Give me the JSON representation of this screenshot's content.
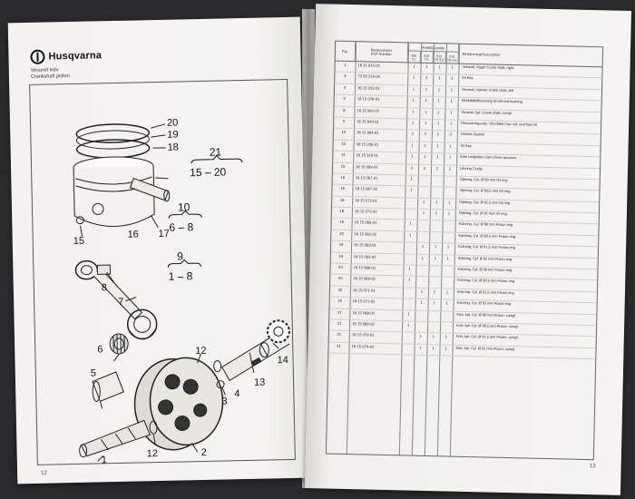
{
  "left_page": {
    "brand": "Husqvarna",
    "subtitle_line1": "Vevaxel kolv",
    "subtitle_line2": "Crankshaft piston",
    "page_number": "12",
    "callouts": {
      "c20": "20",
      "c19": "19",
      "c18": "18",
      "c17": "17",
      "c16": "16",
      "c15": "15",
      "g21": "21",
      "g21_range": "15 – 20",
      "g10": "10",
      "g10_range": "6 – 8",
      "g9": "9",
      "g9_range": "1 – 8",
      "c8": "8",
      "c7": "7",
      "c6": "6",
      "c5": "5",
      "c12a": "12",
      "c14": "14",
      "c4": "4",
      "c3": "3",
      "c13": "13",
      "c12b": "12",
      "c1": "1",
      "c2": "2"
    }
  },
  "right_page": {
    "page_number": "13",
    "headers": {
      "fig": "Fig.",
      "reservdelsnr": "Reservdelsnr",
      "part_number": "Part Number",
      "quantity": "Antal/Quantity",
      "q1_top": "360",
      "q1_bot": "TC",
      "q2_top": "510",
      "q2_bot": "TX",
      "q3_top": "510",
      "q3_bot": "TE EU",
      "q4_top": "510",
      "q4_bot": "TE US",
      "description": "Benämning/Description"
    },
    "rows": [
      {
        "fig": "1",
        "pn": "16 11 815-01",
        "q": [
          "1",
          "1",
          "1",
          "1"
        ],
        "desc": "Vevaxel, höger Crank shaft, right"
      },
      {
        "fig": "3",
        "pn": "73 56 516-00",
        "q": [
          "1",
          "1",
          "1",
          "1"
        ],
        "desc": "Kil Key"
      },
      {
        "fig": "4",
        "pn": "16 15 053-01",
        "q": [
          "1",
          "1",
          "1",
          "1"
        ],
        "desc": "Vevaxel, vänster Crank shaft, left"
      },
      {
        "fig": "5",
        "pn": "16 15 076-01",
        "q": [
          "1",
          "1",
          "1",
          "1"
        ],
        "desc": "Kilrdubbeltbussning Small end bushing"
      },
      {
        "fig": "6",
        "pn": "16 15 061-01",
        "q": [
          "1",
          "1",
          "1",
          "1"
        ],
        "desc": "Vevaxel, kpl. Crank shaft, compl."
      },
      {
        "fig": "9",
        "pn": "16 15 840-01",
        "q": [
          "1",
          "1",
          "1",
          "1"
        ],
        "desc": "Renoveringssats, Vevstake Con rod, overhaul kit"
      },
      {
        "fig": "12",
        "pn": "16 12 864-01",
        "q": [
          "2",
          "2",
          "2",
          "2"
        ],
        "desc": "Distans Spacer"
      },
      {
        "fig": "13",
        "pn": "16 15 288-01",
        "q": [
          "1",
          "1",
          "1",
          "1"
        ],
        "desc": "Kil Key"
      },
      {
        "fig": "14",
        "pn": "16 15 316-01",
        "q": [
          "1",
          "1",
          "1",
          "1"
        ],
        "desc": "Kam kedjedrev Cam chain sprocket"
      },
      {
        "fig": "15",
        "pn": "16 15 089-01",
        "q": [
          "2",
          "2",
          "2",
          "2"
        ],
        "desc": "Låsring Circlip"
      },
      {
        "fig": "16",
        "pn": "16 15 067-01",
        "q": [
          "1",
          "",
          "",
          ""
        ],
        "desc": "Oljering, Cyl. Ø 90 mm Oil ring"
      },
      {
        "fig": "16",
        "pn": "16 15 067-02",
        "q": [
          "1",
          "",
          "",
          ""
        ],
        "desc": "Oljering, Cyl. Ø 90,5 mm Oil ring"
      },
      {
        "fig": "16",
        "pn": "16 15 072-01",
        "q": [
          "",
          "1",
          "1",
          "1"
        ],
        "desc": "Oljering, Cyl. Ø 91,5 mm Oil ring"
      },
      {
        "fig": "16",
        "pn": "16 15 072-02",
        "q": [
          "",
          "1",
          "1",
          "1"
        ],
        "desc": "Oljering, Cyl. Ø 92 mm Oil ring"
      },
      {
        "fig": "19",
        "pn": "16 15 082-01",
        "q": [
          "1",
          "",
          "",
          ""
        ],
        "desc": "Kolvring, Cyl. Ø 90 mm Piston ring"
      },
      {
        "fig": "19",
        "pn": "16 15 082-02",
        "q": [
          "1",
          "",
          "",
          ""
        ],
        "desc": "Kolvring, Cyl. Ø 90,5 mm Piston ring"
      },
      {
        "fig": "19",
        "pn": "16 15 083-01",
        "q": [
          "",
          "1",
          "1",
          "1"
        ],
        "desc": "Kolvring, Cyl. Ø 91,5 mm Piston ring"
      },
      {
        "fig": "19",
        "pn": "16 15 083-02",
        "q": [
          "",
          "1",
          "1",
          "1"
        ],
        "desc": "Kolvring, Cyl. Ø 92 mm Piston ring"
      },
      {
        "fig": "20",
        "pn": "16 15 068-01",
        "q": [
          "1",
          "",
          "",
          ""
        ],
        "desc": "Kolvring, Cyl. Ø 90 mm Piston ring"
      },
      {
        "fig": "20",
        "pn": "16 15 068-02",
        "q": [
          "1",
          "",
          "",
          ""
        ],
        "desc": "Kolvring, Cyl. Ø 90,5 mm Piston ring"
      },
      {
        "fig": "20",
        "pn": "16 15 071-01",
        "q": [
          "",
          "1",
          "1",
          "1"
        ],
        "desc": "Kolvring, Cyl. Ø 91,5 mm Piston ring"
      },
      {
        "fig": "20",
        "pn": "16 15 071-02",
        "q": [
          "",
          "1",
          "1",
          "1"
        ],
        "desc": "Kolvring, Cyl. Ø 92 mm Piston ring"
      },
      {
        "fig": "21",
        "pn": "16 15 069-01",
        "q": [
          "1",
          "",
          "",
          ""
        ],
        "desc": "Kolv, kpl. Cyl. Ø 90 mm Piston, compl."
      },
      {
        "fig": "21",
        "pn": "16 15 069-02",
        "q": [
          "1",
          "",
          "",
          ""
        ],
        "desc": "Kolv, kpl. Cyl. Ø 90,5 mm Piston, compl."
      },
      {
        "fig": "21",
        "pn": "16 15 070-01",
        "q": [
          "",
          "1",
          "1",
          "1"
        ],
        "desc": "Kolv, kpl. Cyl. Ø 91,5 mm Piston, compl."
      },
      {
        "fig": "21",
        "pn": "16 15 070-02",
        "q": [
          "",
          "1",
          "1",
          "1"
        ],
        "desc": "Kolv, kpl. Cyl. Ø 92 mm Piston, compl."
      }
    ]
  }
}
